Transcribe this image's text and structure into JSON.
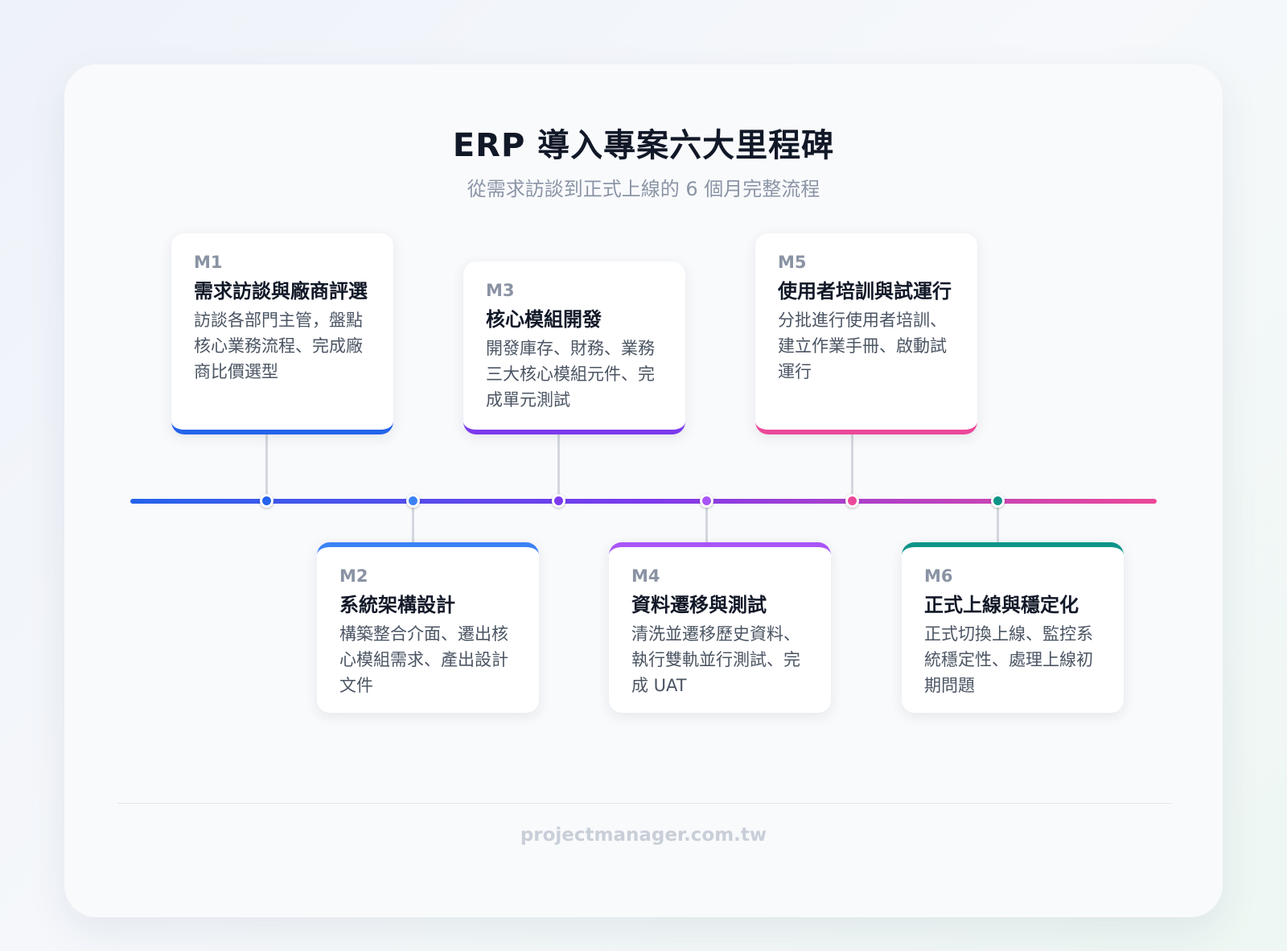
{
  "header": {
    "title": "ERP 導入專案六大里程碑",
    "subtitle": "從需求訪談到正式上線的 6 個月完整流程"
  },
  "axis_gradient": [
    "#2563eb",
    "#7c3aed",
    "#ec4899"
  ],
  "milestones": [
    {
      "code": "M1",
      "title": "需求訪談與廠商評選",
      "desc": "訪談各部門主管，盤點核心業務流程、完成廠商比價選型",
      "color": "#2563eb"
    },
    {
      "code": "M2",
      "title": "系統架構設計",
      "desc": "構築整合介面、遷出核心模組需求、產出設計文件",
      "color": "#3b82f6"
    },
    {
      "code": "M3",
      "title": "核心模組開發",
      "desc": "開發庫存、財務、業務三大核心模組元件、完成單元測試",
      "color": "#7c3aed"
    },
    {
      "code": "M4",
      "title": "資料遷移與測試",
      "desc": "清洗並遷移歷史資料、執行雙軌並行測試、完成 UAT",
      "color": "#a855f7"
    },
    {
      "code": "M5",
      "title": "使用者培訓與試運行",
      "desc": "分批進行使用者培訓、建立作業手冊、啟動試運行",
      "color": "#ec4899"
    },
    {
      "code": "M6",
      "title": "正式上線與穩定化",
      "desc": "正式切換上線、監控系統穩定性、處理上線初期問題",
      "color": "#0d9488"
    }
  ],
  "footer": {
    "text": "projectmanager.com.tw"
  }
}
